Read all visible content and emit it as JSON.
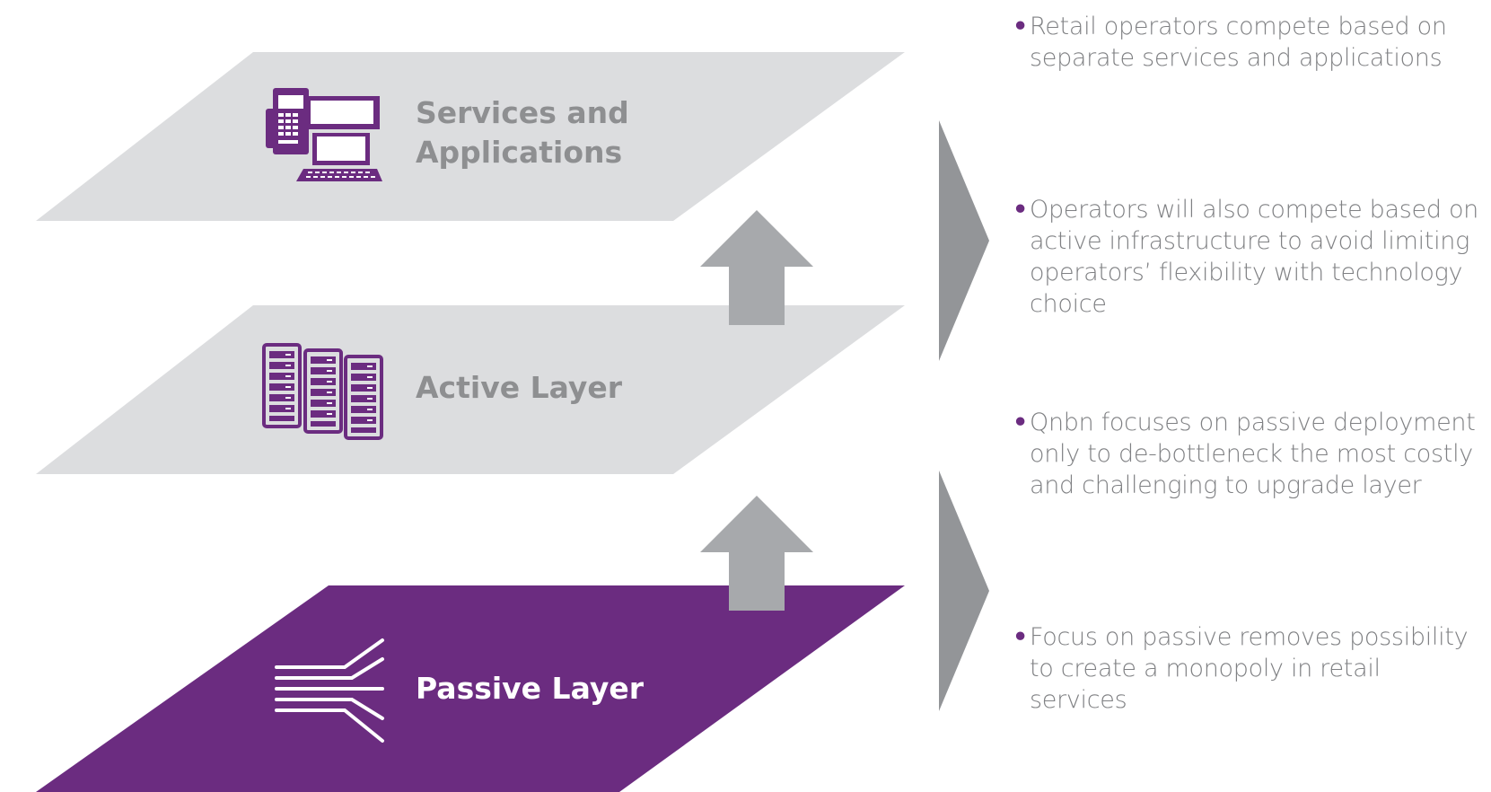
{
  "layers": {
    "services": {
      "label_line1": "Services and",
      "label_line2": "Applications",
      "icon": "computer-phone-icon"
    },
    "active": {
      "label": "Active Layer",
      "icon": "server-racks-icon"
    },
    "passive": {
      "label": "Passive Layer",
      "icon": "fiber-lines-icon"
    }
  },
  "bullets": [
    "Retail operators compete based on separate services and applications",
    "Operators will also compete based on active infrastructure to avoid limiting operators’ flexibility with technology choice",
    "Qnbn focuses on passive deployment only to de-bottleneck the most costly and challenging to upgrade layer",
    "Focus on passive removes possibility to create a monopoly in retail services"
  ],
  "colors": {
    "layer_gray": "#dcdddf",
    "passive_purple": "#6b2c80",
    "arrow_gray": "#a7a9ac",
    "chevron_gray": "#939598",
    "icon_purple": "#6b2c80",
    "label_gray": "#8e8f91",
    "bullet_text": "#7f8083"
  }
}
